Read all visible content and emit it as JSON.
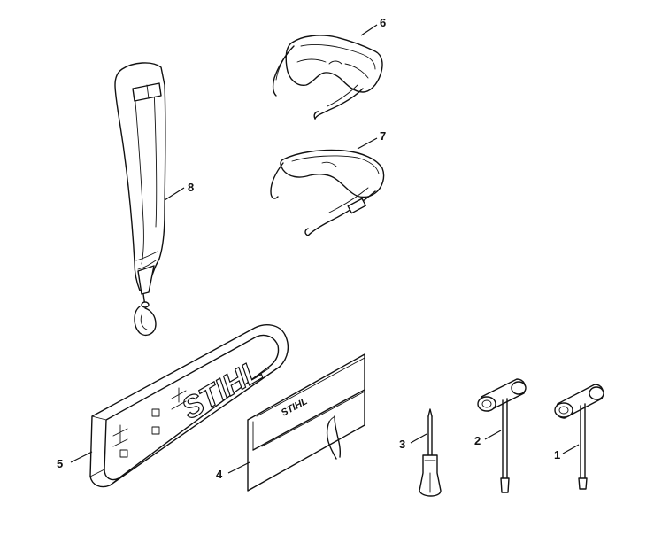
{
  "parts": [
    {
      "id": "1",
      "label": "1"
    },
    {
      "id": "2",
      "label": "2"
    },
    {
      "id": "3",
      "label": "3"
    },
    {
      "id": "4",
      "label": "4"
    },
    {
      "id": "5",
      "label": "5"
    },
    {
      "id": "6",
      "label": "6"
    },
    {
      "id": "7",
      "label": "7"
    },
    {
      "id": "8",
      "label": "8"
    }
  ],
  "branding": {
    "scabbard_logo": "STIHL",
    "pouch_logo": "STIHL"
  },
  "colors": {
    "ink": "#111111",
    "paper": "#ffffff"
  }
}
